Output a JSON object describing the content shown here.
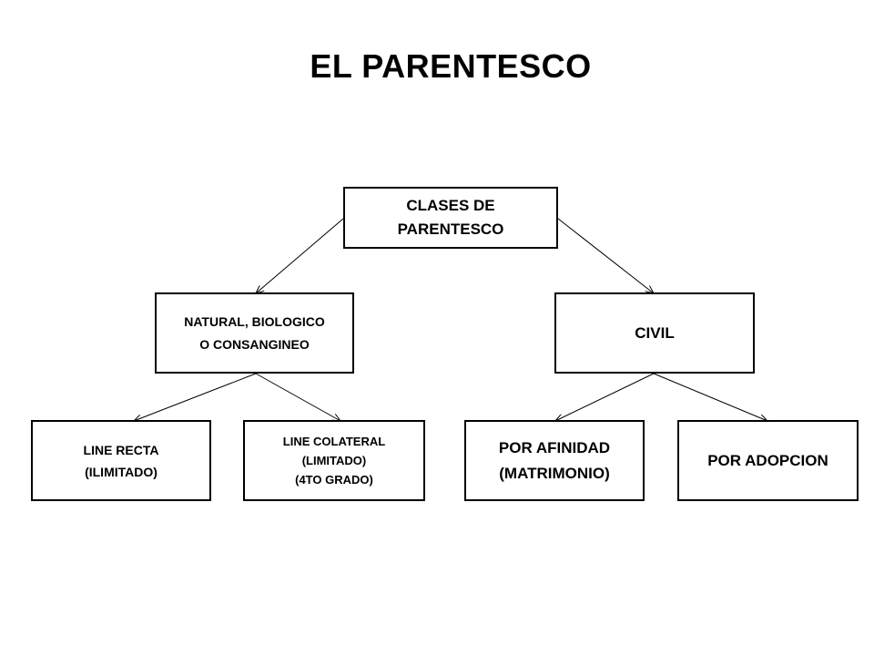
{
  "title": "EL PARENTESCO",
  "nodes": {
    "root": {
      "lines": [
        "CLASES DE",
        "PARENTESCO"
      ]
    },
    "natural": {
      "lines": [
        "NATURAL, BIOLOGICO",
        "O CONSANGINEO"
      ]
    },
    "civil": {
      "lines": [
        "CIVIL"
      ]
    },
    "recta": {
      "lines": [
        "LINE RECTA",
        "(ILIMITADO)"
      ]
    },
    "colateral": {
      "lines": [
        "LINE COLATERAL",
        "(LIMITADO)",
        "(4TO GRADO)"
      ]
    },
    "afinidad": {
      "lines": [
        "POR AFINIDAD",
        "(MATRIMONIO)"
      ]
    },
    "adopcion": {
      "lines": [
        "POR ADOPCION"
      ]
    }
  },
  "colors": {
    "border": "#000000",
    "background": "#ffffff",
    "text": "#000000"
  }
}
